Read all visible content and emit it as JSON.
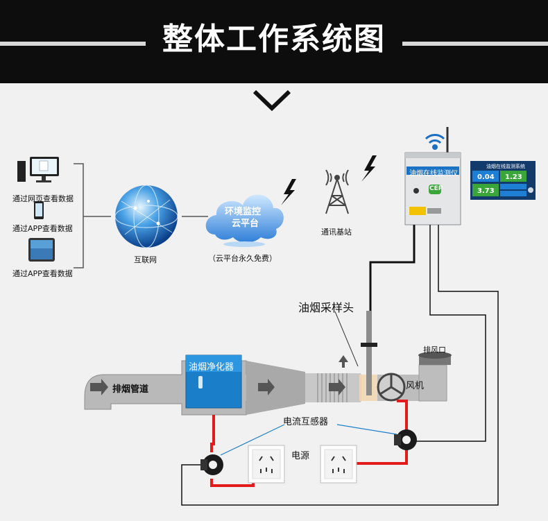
{
  "title": "整体工作系统图",
  "devices": {
    "pc_label": "通过网页查看数据",
    "phone_label": "通过APP查看数据",
    "tablet_label": "通过APP查看数据"
  },
  "internet": {
    "label": "互联网"
  },
  "cloud": {
    "line1": "环境监控",
    "line2": "云平台",
    "note": "（云平台永久免费）"
  },
  "base_station": {
    "label": "通讯基站"
  },
  "monitor": {
    "label": "油烟在线监测仪",
    "cep": "CEP"
  },
  "screen": {
    "title": "油烟在线监测系统",
    "v1": "0.04",
    "v2": "1.23",
    "v3": "3.73"
  },
  "duct": {
    "exhaust_pipe": "排烟管道",
    "purifier": "油烟净化器",
    "fan": "风机",
    "outlet": "排风口",
    "sampling_head": "油烟采样头"
  },
  "sensor": {
    "label": "电流互感器"
  },
  "power": {
    "label": "电源"
  },
  "colors": {
    "header": "#0d0d0d",
    "duct": "#b9b9b9",
    "purifier": "#1a7fc8",
    "wire_red": "#e31b1b",
    "screen_green": "#3aa63a",
    "screen_blue": "#1f7fd4"
  }
}
